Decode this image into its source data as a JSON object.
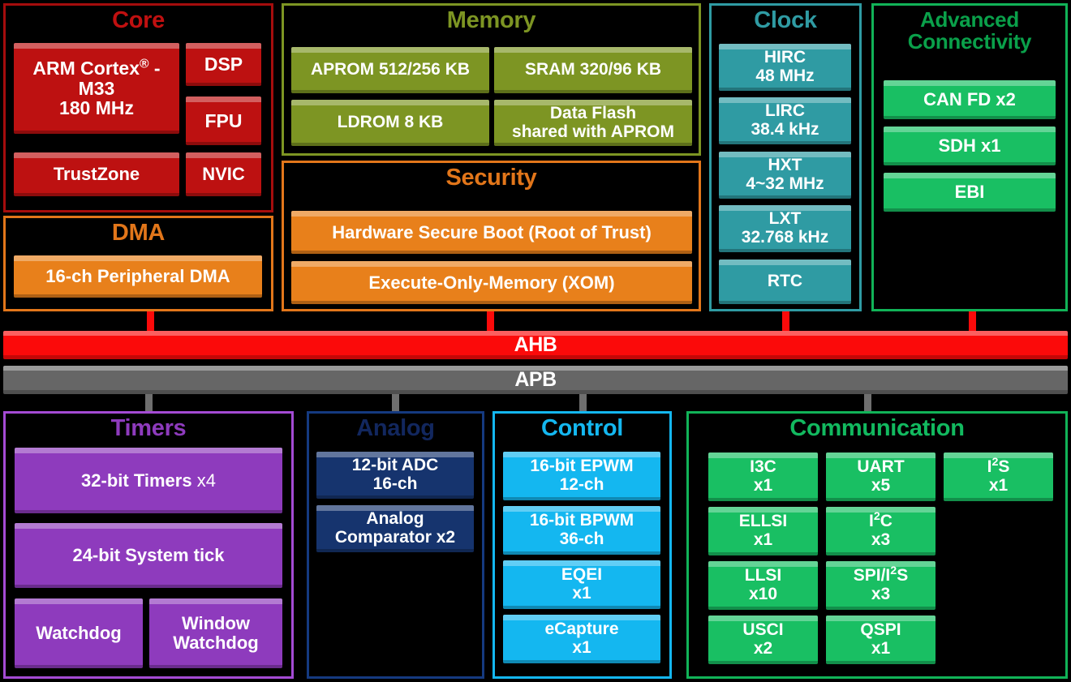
{
  "diagram": {
    "buses": [
      {
        "name": "AHB",
        "label": "AHB",
        "color": "#fb0a0a"
      },
      {
        "name": "APB",
        "label": "APB",
        "color": "#666666"
      }
    ],
    "sections": {
      "core": {
        "title": "Core",
        "title_color": "#c01010",
        "border_color": "#a50d0d",
        "tiles": [
          {
            "label": "ARM Cortex® -\nM33\n180 MHz"
          },
          {
            "label": "DSP"
          },
          {
            "label": "FPU"
          },
          {
            "label": "TrustZone"
          },
          {
            "label": "NVIC"
          }
        ]
      },
      "dma": {
        "title": "DMA",
        "title_color": "#e2761a",
        "border_color": "#e2761a",
        "tiles": [
          {
            "label": "16-ch Peripheral DMA"
          }
        ]
      },
      "memory": {
        "title": "Memory",
        "title_color": "#7d9523",
        "border_color": "#7d9523",
        "tiles": [
          {
            "label": "APROM 512/256 KB"
          },
          {
            "label": "SRAM 320/96 KB"
          },
          {
            "label": "LDROM 8 KB"
          },
          {
            "label": "Data Flash\nshared with APROM"
          }
        ]
      },
      "security": {
        "title": "Security",
        "title_color": "#e2761a",
        "border_color": "#e2761a",
        "tiles": [
          {
            "label": "Hardware Secure Boot (Root of Trust)"
          },
          {
            "label": "Execute-Only-Memory (XOM)"
          }
        ]
      },
      "clock": {
        "title": "Clock",
        "title_color": "#2f9ba3",
        "border_color": "#2f9ba3",
        "tiles": [
          {
            "label": "HIRC\n48 MHz"
          },
          {
            "label": "LIRC\n38.4 kHz"
          },
          {
            "label": "HXT\n4~32 MHz"
          },
          {
            "label": "LXT\n32.768 kHz"
          },
          {
            "label": "RTC"
          }
        ]
      },
      "advanced_connectivity": {
        "title": "Advanced\nConnectivity",
        "title_color": "#0aa04a",
        "border_color": "#11b358",
        "tiles": [
          {
            "label": "CAN FD x2"
          },
          {
            "label": "SDH x1"
          },
          {
            "label": "EBI"
          }
        ]
      },
      "timers": {
        "title": "Timers",
        "title_color": "#8e3bbd",
        "border_color": "#a44bd4",
        "tiles": [
          {
            "label": "32-bit Timers x4"
          },
          {
            "label": "24-bit System  tick"
          },
          {
            "label": "Watchdog"
          },
          {
            "label": "Window\nWatchdog"
          }
        ]
      },
      "analog": {
        "title": "Analog",
        "title_color": "#12275e",
        "border_color": "#153a80",
        "tiles": [
          {
            "label": "12-bit ADC\n16-ch"
          },
          {
            "label": "Analog\nComparator x2"
          }
        ]
      },
      "control": {
        "title": "Control",
        "title_color": "#14b7f0",
        "border_color": "#14b7f0",
        "tiles": [
          {
            "label": "16-bit EPWM\n12-ch"
          },
          {
            "label": "16-bit BPWM\n36-ch"
          },
          {
            "label": "EQEI\nx1"
          },
          {
            "label": "eCapture\nx1"
          }
        ]
      },
      "communication": {
        "title": "Communication",
        "title_color": "#12b95f",
        "border_color": "#11b358",
        "tiles": [
          {
            "label": "I3C\nx1"
          },
          {
            "label": "UART\nx5"
          },
          {
            "label": "I2S\nx1",
            "html": "I<sup>2</sup>S<br>x1"
          },
          {
            "label": "ELLSI\nx1"
          },
          {
            "label": "I2C\nx3",
            "html": "I<sup>2</sup>C<br>x3"
          },
          {
            "label": "LLSI\nx10"
          },
          {
            "label": "SPI/I2S\nx3",
            "html": "SPI/I<sup>2</sup>S<br>x3"
          },
          {
            "label": "USCI\nx2"
          },
          {
            "label": "QSPI\nx1"
          }
        ]
      }
    }
  }
}
